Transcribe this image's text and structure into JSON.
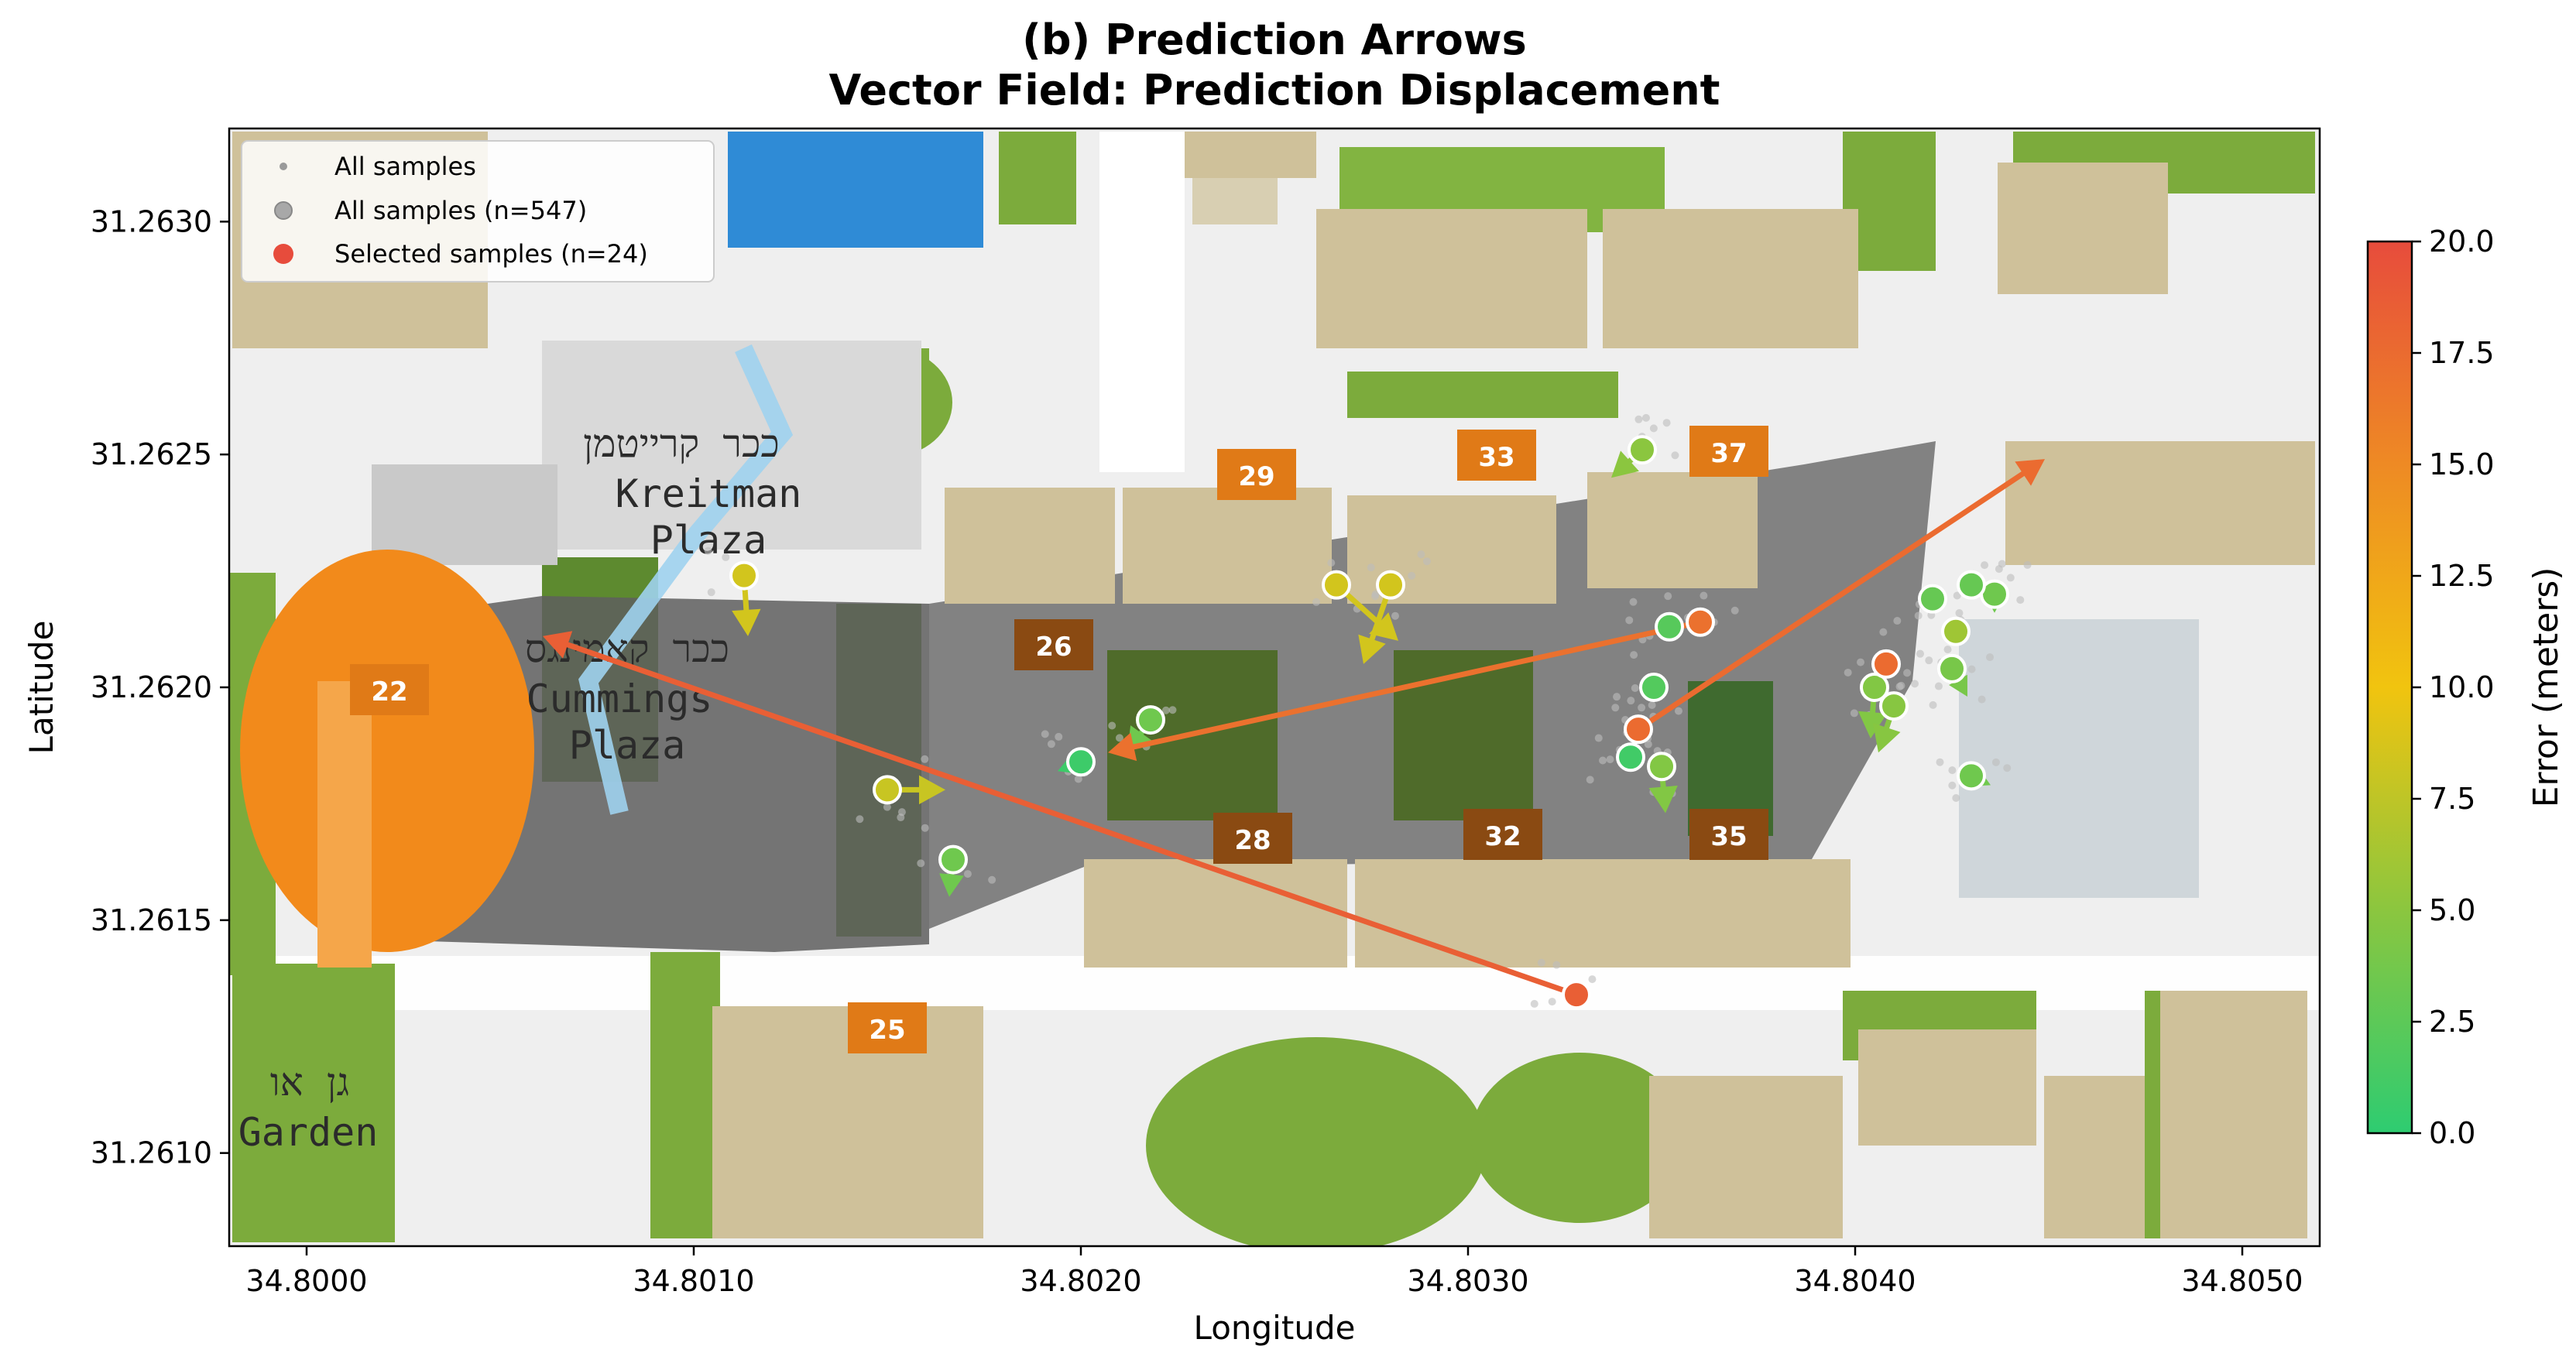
{
  "chart_data": {
    "type": "scatter",
    "title": "(b) Prediction Arrows",
    "subtitle": "Vector Field: Prediction Displacement",
    "xlabel": "Longitude",
    "ylabel": "Latitude",
    "xlim": [
      34.7998,
      34.8052
    ],
    "ylim": [
      31.2608,
      31.2632
    ],
    "xticks": [
      34.8,
      34.801,
      34.802,
      34.803,
      34.804,
      34.805
    ],
    "xtick_labels": [
      "34.8000",
      "34.8010",
      "34.8020",
      "34.8030",
      "34.8040",
      "34.8050"
    ],
    "yticks": [
      31.261,
      31.2615,
      31.262,
      31.2625,
      31.263
    ],
    "ytick_labels": [
      "31.2610",
      "31.2615",
      "31.2620",
      "31.2625",
      "31.2630"
    ],
    "grid": false,
    "legend_position": "top-left",
    "legend": [
      {
        "label": "All samples",
        "marker": "small-dot",
        "color": "#9a9a9a"
      },
      {
        "label": "All samples (n=547)",
        "marker": "dot",
        "color": "#9a9a9a"
      },
      {
        "label": "Selected samples (n=24)",
        "marker": "dot",
        "color": "#e74c3c"
      }
    ],
    "colorbar": {
      "label": "Error (meters)",
      "min": 0.0,
      "max": 20.0,
      "ticks": [
        "0.0",
        "2.5",
        "5.0",
        "7.5",
        "10.0",
        "12.5",
        "15.0",
        "17.5",
        "20.0"
      ],
      "colors": [
        "#2ecc71",
        "#f1c40f",
        "#e74c3c"
      ]
    },
    "background_map_labels": {
      "buildings": [
        "29",
        "33",
        "37",
        "26",
        "22",
        "28",
        "32",
        "35",
        "25"
      ],
      "places": [
        "ככר קרייטמן",
        "Kreitman",
        "Plaza",
        "ככר קאמינגס",
        "Cummings",
        "Plaza",
        "גן או",
        "Garden"
      ]
    },
    "selected_samples": [
      {
        "lon": 34.80113,
        "lat": 31.26224,
        "pred_lon": 34.80114,
        "pred_lat": 31.26211,
        "error": 8.5
      },
      {
        "lon": 34.8015,
        "lat": 31.26178,
        "pred_lon": 34.80165,
        "pred_lat": 31.26178,
        "error": 8.0
      },
      {
        "lon": 34.80167,
        "lat": 31.26163,
        "pred_lon": 34.80166,
        "pred_lat": 31.26155,
        "error": 3.5
      },
      {
        "lon": 34.802,
        "lat": 31.26184,
        "pred_lon": 34.80194,
        "pred_lat": 31.26182,
        "error": 0.8
      },
      {
        "lon": 34.80218,
        "lat": 31.26193,
        "pred_lon": 34.80212,
        "pred_lat": 31.26186,
        "error": 3.5
      },
      {
        "lon": 34.80266,
        "lat": 31.26222,
        "pred_lon": 34.80282,
        "pred_lat": 31.2621,
        "error": 8.5
      },
      {
        "lon": 34.8028,
        "lat": 31.26222,
        "pred_lon": 34.80273,
        "pred_lat": 31.26205,
        "error": 8.5
      },
      {
        "lon": 34.80328,
        "lat": 31.26134,
        "pred_lon": 34.80061,
        "pred_lat": 31.26211,
        "error": 18.5
      },
      {
        "lon": 34.80342,
        "lat": 31.26185,
        "pred_lon": 34.80342,
        "pred_lat": 31.26185,
        "error": 1.0
      },
      {
        "lon": 34.80344,
        "lat": 31.26191,
        "pred_lon": 34.80449,
        "pred_lat": 31.26249,
        "error": 17.5
      },
      {
        "lon": 34.80348,
        "lat": 31.262,
        "pred_lon": 34.80348,
        "pred_lat": 31.262,
        "error": 2.0
      },
      {
        "lon": 34.8035,
        "lat": 31.26183,
        "pred_lon": 34.80351,
        "pred_lat": 31.26173,
        "error": 4.5
      },
      {
        "lon": 34.80352,
        "lat": 31.26213,
        "pred_lon": 34.80352,
        "pred_lat": 31.26213,
        "error": 2.2
      },
      {
        "lon": 34.8036,
        "lat": 31.26214,
        "pred_lon": 34.80207,
        "pred_lat": 31.26186,
        "error": 17.0
      },
      {
        "lon": 34.80345,
        "lat": 31.26251,
        "pred_lon": 34.80337,
        "pred_lat": 31.26245,
        "error": 5.0
      },
      {
        "lon": 34.80405,
        "lat": 31.262,
        "pred_lon": 34.80404,
        "pred_lat": 31.26189,
        "error": 4.5
      },
      {
        "lon": 34.80408,
        "lat": 31.26205,
        "pred_lon": 34.80408,
        "pred_lat": 31.26205,
        "error": 17.5
      },
      {
        "lon": 34.8041,
        "lat": 31.26196,
        "pred_lon": 34.80406,
        "pred_lat": 31.26186,
        "error": 4.8
      },
      {
        "lon": 34.8042,
        "lat": 31.26219,
        "pred_lon": 34.8042,
        "pred_lat": 31.26219,
        "error": 3.0
      },
      {
        "lon": 34.80426,
        "lat": 31.26212,
        "pred_lon": 34.80426,
        "pred_lat": 31.26212,
        "error": 6.0
      },
      {
        "lon": 34.80425,
        "lat": 31.26204,
        "pred_lon": 34.80429,
        "pred_lat": 31.26198,
        "error": 4.0
      },
      {
        "lon": 34.80436,
        "lat": 31.2622,
        "pred_lon": 34.80436,
        "pred_lat": 31.26216,
        "error": 3.5
      },
      {
        "lon": 34.8043,
        "lat": 31.26181,
        "pred_lon": 34.80435,
        "pred_lat": 31.26179,
        "error": 3.5
      },
      {
        "lon": 34.8043,
        "lat": 31.26222,
        "pred_lon": 34.8043,
        "pred_lat": 31.26222,
        "error": 3.0
      }
    ]
  }
}
